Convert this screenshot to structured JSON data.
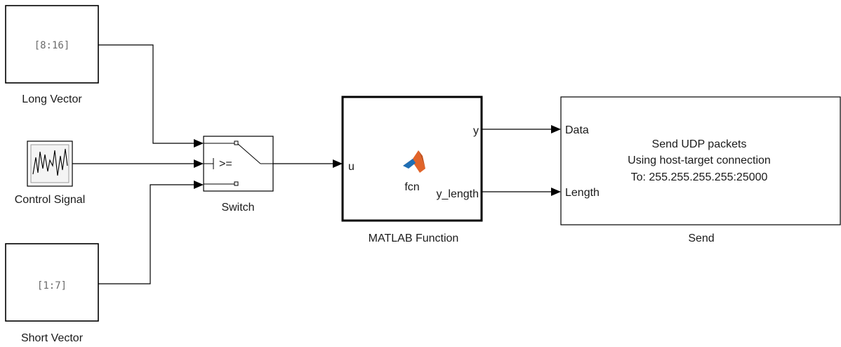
{
  "blocks": {
    "long_vector": {
      "value": "[8:16]",
      "label": "Long Vector"
    },
    "control_signal": {
      "label": "Control Signal"
    },
    "short_vector": {
      "value": "[1:7]",
      "label": "Short Vector"
    },
    "switch": {
      "label": "Switch",
      "criterion": ">="
    },
    "matlab_function": {
      "label": "MATLAB Function",
      "name": "fcn",
      "input_port": "u",
      "output_ports": [
        "y",
        "y_length"
      ]
    },
    "send": {
      "label": "Send",
      "input_ports": [
        "Data",
        "Length"
      ],
      "description": [
        "Send UDP packets",
        "Using host-target connection",
        "To: 255.255.255.255:25000"
      ]
    }
  },
  "colors": {
    "line": "#000000",
    "block_fill": "#ffffff",
    "matlab_logo_orange": "#e1642a",
    "matlab_logo_blue": "#1f6fb5"
  }
}
